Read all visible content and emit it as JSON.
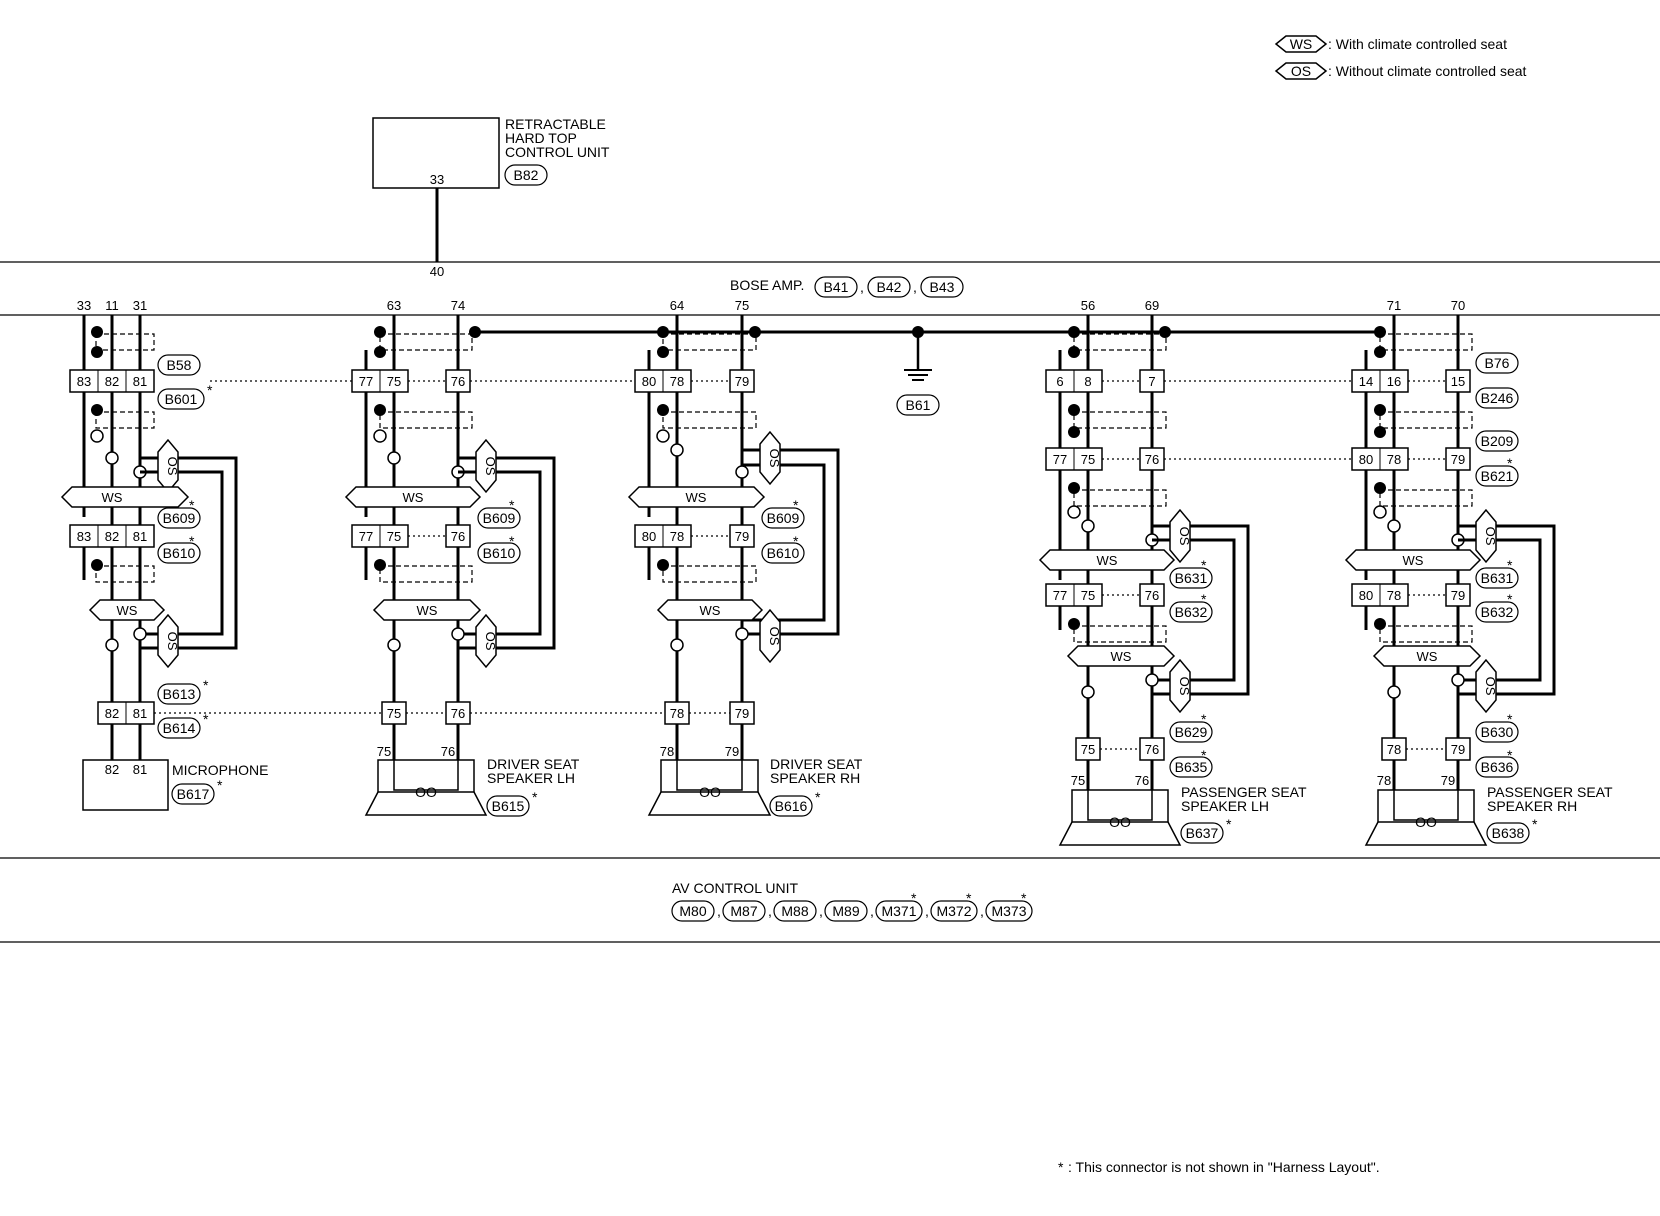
{
  "legend": {
    "ws_tag": "WS",
    "ws_text": ": With climate controlled seat",
    "os_tag": "OS",
    "os_text": ": Without climate controlled seat"
  },
  "footnote": ": This connector is not shown in \"Harness Layout\".",
  "retractable_unit": {
    "line1": "RETRACTABLE",
    "line2": "HARD TOP",
    "line3": "CONTROL UNIT",
    "connector": "B82",
    "pin": "33",
    "wire_pin": "40"
  },
  "bose_amp": {
    "label": "BOSE AMP.",
    "connectors": [
      "B41",
      "B42",
      "B43"
    ]
  },
  "av_control": {
    "label": "AV CONTROL UNIT",
    "connectors": [
      "M80",
      "M87",
      "M88",
      "M89",
      "M371",
      "M372",
      "M373"
    ],
    "starred": [
      false,
      false,
      false,
      false,
      true,
      true,
      true
    ]
  },
  "ground": {
    "connector": "B61"
  },
  "microphone": {
    "top_pins": [
      "33",
      "11",
      "31"
    ],
    "row1": [
      "83",
      "82",
      "81"
    ],
    "row2": [
      "83",
      "82",
      "81"
    ],
    "row3": [
      "82",
      "81"
    ],
    "device_pins": [
      "82",
      "81"
    ],
    "conn_b58": "B58",
    "conn_b601": "B601",
    "conn_b609": "B609",
    "conn_b610": "B610",
    "conn_b613": "B613",
    "conn_b614": "B614",
    "conn_b617": "B617",
    "ws": "WS",
    "os": "OS",
    "label": "MICROPHONE"
  },
  "driver_lh": {
    "top_pins": [
      "63",
      "74"
    ],
    "row1": [
      "77",
      "75",
      "76"
    ],
    "row2": [
      "77",
      "75",
      "76"
    ],
    "row3": [
      "75",
      "76"
    ],
    "spk_pins": [
      "75",
      "76"
    ],
    "conn_b609": "B609",
    "conn_b610": "B610",
    "conn_spk": "B615",
    "ws": "WS",
    "os": "OS",
    "line1": "DRIVER SEAT",
    "line2": "SPEAKER LH"
  },
  "driver_rh": {
    "top_pins": [
      "64",
      "75"
    ],
    "row1": [
      "80",
      "78",
      "79"
    ],
    "row2": [
      "80",
      "78",
      "79"
    ],
    "row3": [
      "78",
      "79"
    ],
    "spk_pins": [
      "78",
      "79"
    ],
    "conn_b609": "B609",
    "conn_b610": "B610",
    "conn_spk": "B616",
    "ws": "WS",
    "os": "OS",
    "line1": "DRIVER SEAT",
    "line2": "SPEAKER RH"
  },
  "pass_lh": {
    "top_pins": [
      "56",
      "69"
    ],
    "row1": [
      "6",
      "8",
      "7"
    ],
    "row2": [
      "77",
      "75",
      "76"
    ],
    "row3": [
      "77",
      "75",
      "76"
    ],
    "row4": [
      "75",
      "76"
    ],
    "spk_pins": [
      "75",
      "76"
    ],
    "conn_b631": "B631",
    "conn_b632": "B632",
    "conn_b629": "B629",
    "conn_b635": "B635",
    "conn_spk": "B637",
    "ws": "WS",
    "os": "OS",
    "line1": "PASSENGER SEAT",
    "line2": "SPEAKER LH"
  },
  "pass_rh": {
    "top_pins": [
      "71",
      "70"
    ],
    "row1": [
      "14",
      "16",
      "15"
    ],
    "row2": [
      "80",
      "78",
      "79"
    ],
    "row3": [
      "80",
      "78",
      "79"
    ],
    "row4": [
      "78",
      "79"
    ],
    "spk_pins": [
      "78",
      "79"
    ],
    "conn_b76": "B76",
    "conn_b246": "B246",
    "conn_b209": "B209",
    "conn_b621": "B621",
    "conn_b631": "B631",
    "conn_b632": "B632",
    "conn_b630": "B630",
    "conn_b636": "B636",
    "conn_spk": "B638",
    "ws": "WS",
    "os": "OS",
    "line1": "PASSENGER SEAT",
    "line2": "SPEAKER RH"
  }
}
